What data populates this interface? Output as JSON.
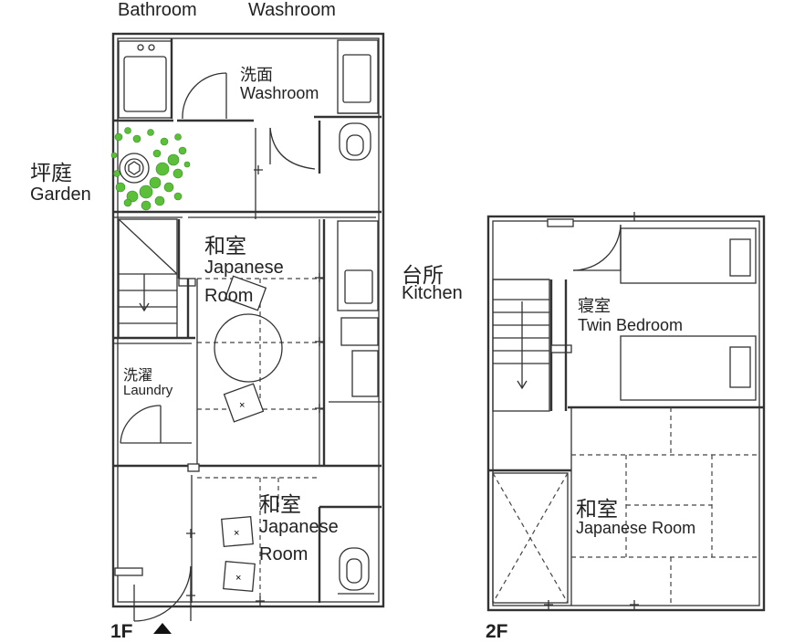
{
  "top_labels": {
    "bathroom": "Bathroom",
    "washroom": "Washroom"
  },
  "floor1": {
    "label": "1F",
    "washroom": {
      "jp": "洗面",
      "en": "Washroom"
    },
    "garden": {
      "jp": "坪庭",
      "en": "Garden"
    },
    "japanese_room_upper": {
      "jp": "和室",
      "en_line1": "Japanese",
      "en_line2": "Room"
    },
    "kitchen": {
      "jp": "台所",
      "en": "Kitchen"
    },
    "laundry": {
      "jp": "洗濯",
      "en": "Laundry"
    },
    "japanese_room_lower": {
      "jp": "和室",
      "en_line1": "Japanese",
      "en_line2": "Room"
    }
  },
  "floor2": {
    "label": "2F",
    "twin_bedroom": {
      "jp": "寝室",
      "en": "Twin Bedroom"
    },
    "japanese_room": {
      "jp": "和室",
      "en": "Japanese Room"
    }
  },
  "colors": {
    "wall": "#333333",
    "plant": "#5cbf3a",
    "plant_dark": "#2f8f22"
  },
  "icons": [
    "entrance-arrow-icon",
    "toilet-icon",
    "washbasin-icon",
    "stair-arrow-icon",
    "plant-icon"
  ]
}
